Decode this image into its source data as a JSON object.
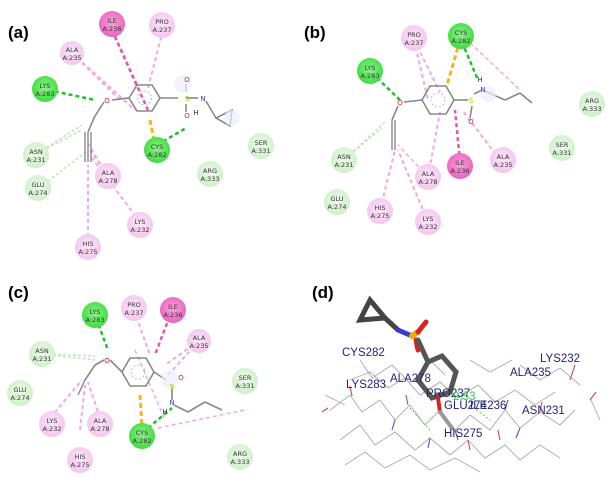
{
  "panels": {
    "a": {
      "label": "(a)",
      "residues": [
        {
          "name": "ILE",
          "id": "A:236",
          "type": "pi-alkyl"
        },
        {
          "name": "PRO",
          "id": "A:237",
          "type": "alkyl"
        },
        {
          "name": "ALA",
          "id": "A:235",
          "type": "alkyl"
        },
        {
          "name": "LYS",
          "id": "A:283",
          "type": "hbond"
        },
        {
          "name": "ASN",
          "id": "A:231",
          "type": "vdw"
        },
        {
          "name": "GLU",
          "id": "A:274",
          "type": "vdw"
        },
        {
          "name": "ALA",
          "id": "A:278",
          "type": "alkyl"
        },
        {
          "name": "LYS",
          "id": "A:232",
          "type": "alkyl"
        },
        {
          "name": "HIS",
          "id": "A:275",
          "type": "alkyl"
        },
        {
          "name": "CYS",
          "id": "A:282",
          "type": "hbond"
        },
        {
          "name": "ARG",
          "id": "A:333",
          "type": "vdw"
        },
        {
          "name": "SER",
          "id": "A:331",
          "type": "vdw"
        }
      ]
    },
    "b": {
      "label": "(b)",
      "residues": [
        {
          "name": "PRO",
          "id": "A:237",
          "type": "alkyl"
        },
        {
          "name": "CYS",
          "id": "A:282",
          "type": "hbond"
        },
        {
          "name": "LYS",
          "id": "A:283",
          "type": "hbond"
        },
        {
          "name": "ARG",
          "id": "A:333",
          "type": "vdw"
        },
        {
          "name": "ASN",
          "id": "A:231",
          "type": "vdw"
        },
        {
          "name": "SER",
          "id": "A:331",
          "type": "vdw"
        },
        {
          "name": "ALA",
          "id": "A:235",
          "type": "alkyl"
        },
        {
          "name": "ILE",
          "id": "A:236",
          "type": "pi-alkyl"
        },
        {
          "name": "GLU",
          "id": "A:274",
          "type": "vdw"
        },
        {
          "name": "ALA",
          "id": "A:278",
          "type": "alkyl"
        },
        {
          "name": "HIS",
          "id": "A:275",
          "type": "alkyl"
        },
        {
          "name": "LYS",
          "id": "A:232",
          "type": "alkyl"
        }
      ]
    },
    "c": {
      "label": "(c)",
      "residues": [
        {
          "name": "LYS",
          "id": "A:283",
          "type": "hbond"
        },
        {
          "name": "PRO",
          "id": "A:237",
          "type": "alkyl"
        },
        {
          "name": "ILE",
          "id": "A:236",
          "type": "pi-alkyl"
        },
        {
          "name": "ALA",
          "id": "A:235",
          "type": "alkyl"
        },
        {
          "name": "ASN",
          "id": "A:231",
          "type": "vdw"
        },
        {
          "name": "GLU",
          "id": "A:274",
          "type": "vdw"
        },
        {
          "name": "SER",
          "id": "A:331",
          "type": "vdw"
        },
        {
          "name": "LYS",
          "id": "A:232",
          "type": "alkyl"
        },
        {
          "name": "ALA",
          "id": "A:278",
          "type": "alkyl"
        },
        {
          "name": "CYS",
          "id": "A:282",
          "type": "hbond"
        },
        {
          "name": "HIS",
          "id": "A:275",
          "type": "alkyl"
        },
        {
          "name": "ARG",
          "id": "A:333",
          "type": "vdw"
        }
      ]
    },
    "d": {
      "label": "(d)",
      "labels": [
        "CYS282",
        "LYS232",
        "ALA235",
        "LYS283",
        "ALA278",
        "PRO237",
        "GLU274",
        "ILE236",
        "ASN231",
        "HIS275"
      ],
      "distance": "2.53"
    }
  },
  "atoms": {
    "N": "N",
    "O": "O",
    "S": "S",
    "H": "H"
  },
  "colors": {
    "hbond_fill": "#3ddc3d",
    "hbond_line": "#1fbf2a",
    "vdw_fill": "#d7f5d2",
    "vdw_line": "#bfe6b9",
    "alkyl_fill": "#f6c6f0",
    "alkyl_line": "#f0a6e8",
    "pialkyl_fill": "#ef6cc4",
    "pialkyl_line": "#e255b4",
    "pisulfur_line": "#f5b515",
    "bond": "#888888",
    "nitrogen": "#3a3ad1",
    "oxygen": "#e02020",
    "sulfur": "#c8b200",
    "label3d": "#23237a",
    "label3d_highlight": "#33d13a"
  }
}
